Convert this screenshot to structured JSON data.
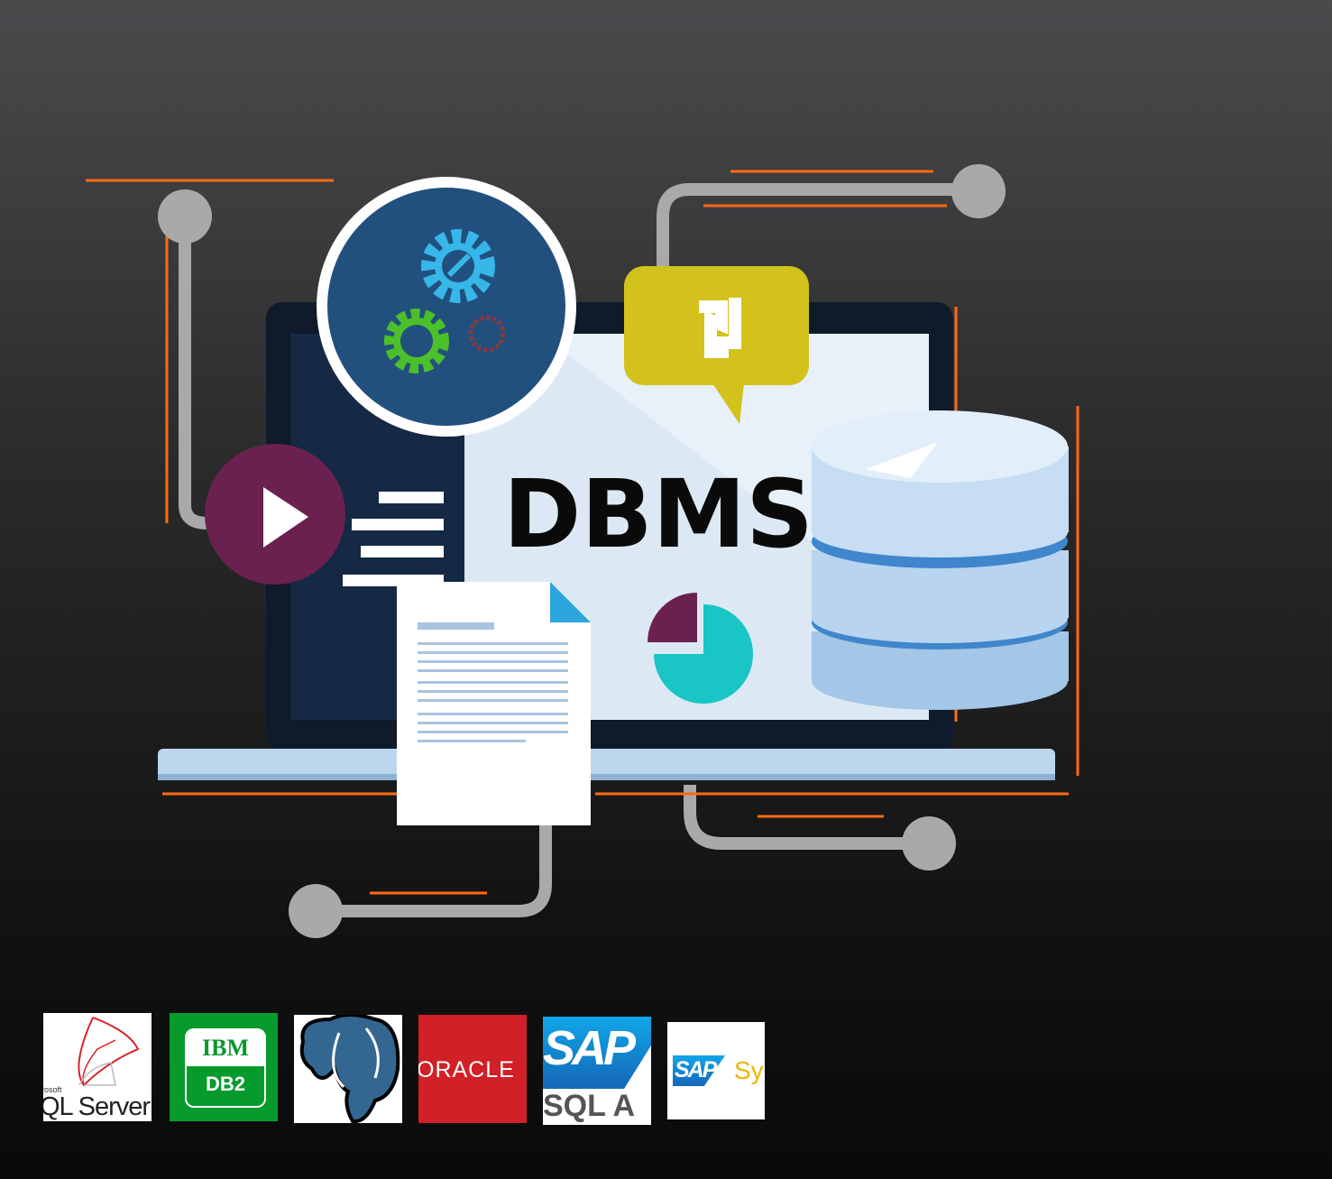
{
  "hero": {
    "title": "DBMS",
    "colors": {
      "accent_orange": "#ff6a13",
      "screen": "#dce9f5",
      "frame": "#0f1a2a",
      "gear_circle": "#21507f",
      "bubble": "#d3c21b",
      "play": "#6b2150",
      "pie_teal": "#19c5c5",
      "pie_purple": "#6b2150"
    }
  },
  "logos": [
    {
      "name": "Microsoft SQL Server",
      "text_small": "rosoft",
      "text": "QL Server"
    },
    {
      "name": "IBM DB2",
      "brand": "IBM",
      "text": "DB2"
    },
    {
      "name": "PostgreSQL"
    },
    {
      "name": "Oracle",
      "text": "ORACLE"
    },
    {
      "name": "SAP SQL Anywhere",
      "brand": "SAP",
      "text": "SQL A"
    },
    {
      "name": "SAP Sybase",
      "brand": "SAP",
      "text": "Sy"
    }
  ]
}
